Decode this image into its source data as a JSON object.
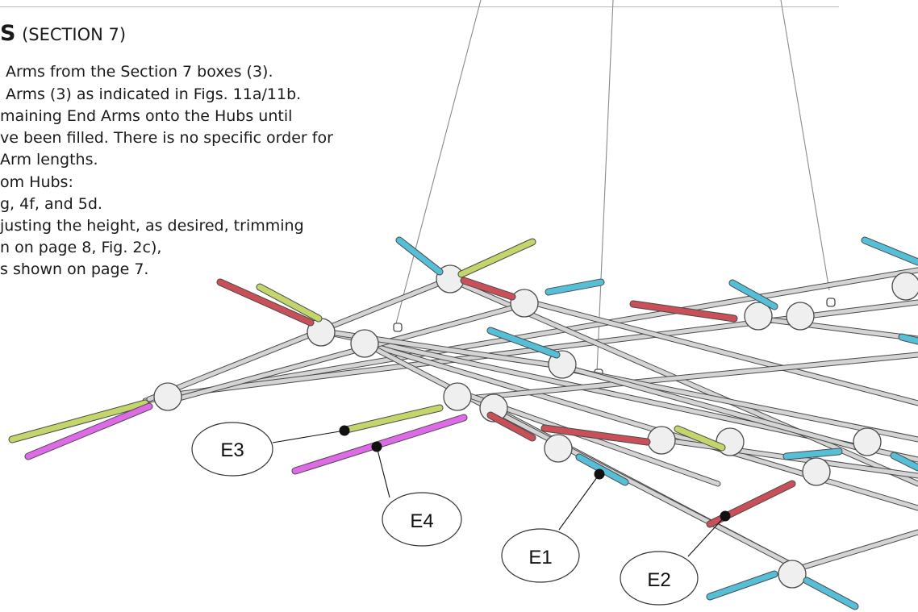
{
  "heading": {
    "title_fragment": "S",
    "section": "(SECTION 7)"
  },
  "steps": [
    "Arms from the Section 7 boxes (3).",
    "Arms (3) as indicated in Figs. 11a/11b.",
    "maining End Arms onto the Hubs until",
    "ve been filled.  There is no specific order for",
    "Arm lengths.",
    "om Hubs:",
    "g, 4f, and 5d.",
    "justing the height, as desired, trimming",
    "n on page 8, Fig. 2c),",
    "s shown on page 7."
  ],
  "callouts": [
    {
      "id": "e3",
      "label": "E3"
    },
    {
      "id": "e4",
      "label": "E4"
    },
    {
      "id": "e1",
      "label": "E1"
    },
    {
      "id": "e2",
      "label": "E2"
    }
  ],
  "arm_colors": {
    "frame": "#d4d4d4",
    "outline": "#4a4a4a",
    "red": "#c94f59",
    "blue": "#56bfd8",
    "green": "#c3d66b",
    "magenta": "#df6ae8",
    "leader": "#111111"
  }
}
